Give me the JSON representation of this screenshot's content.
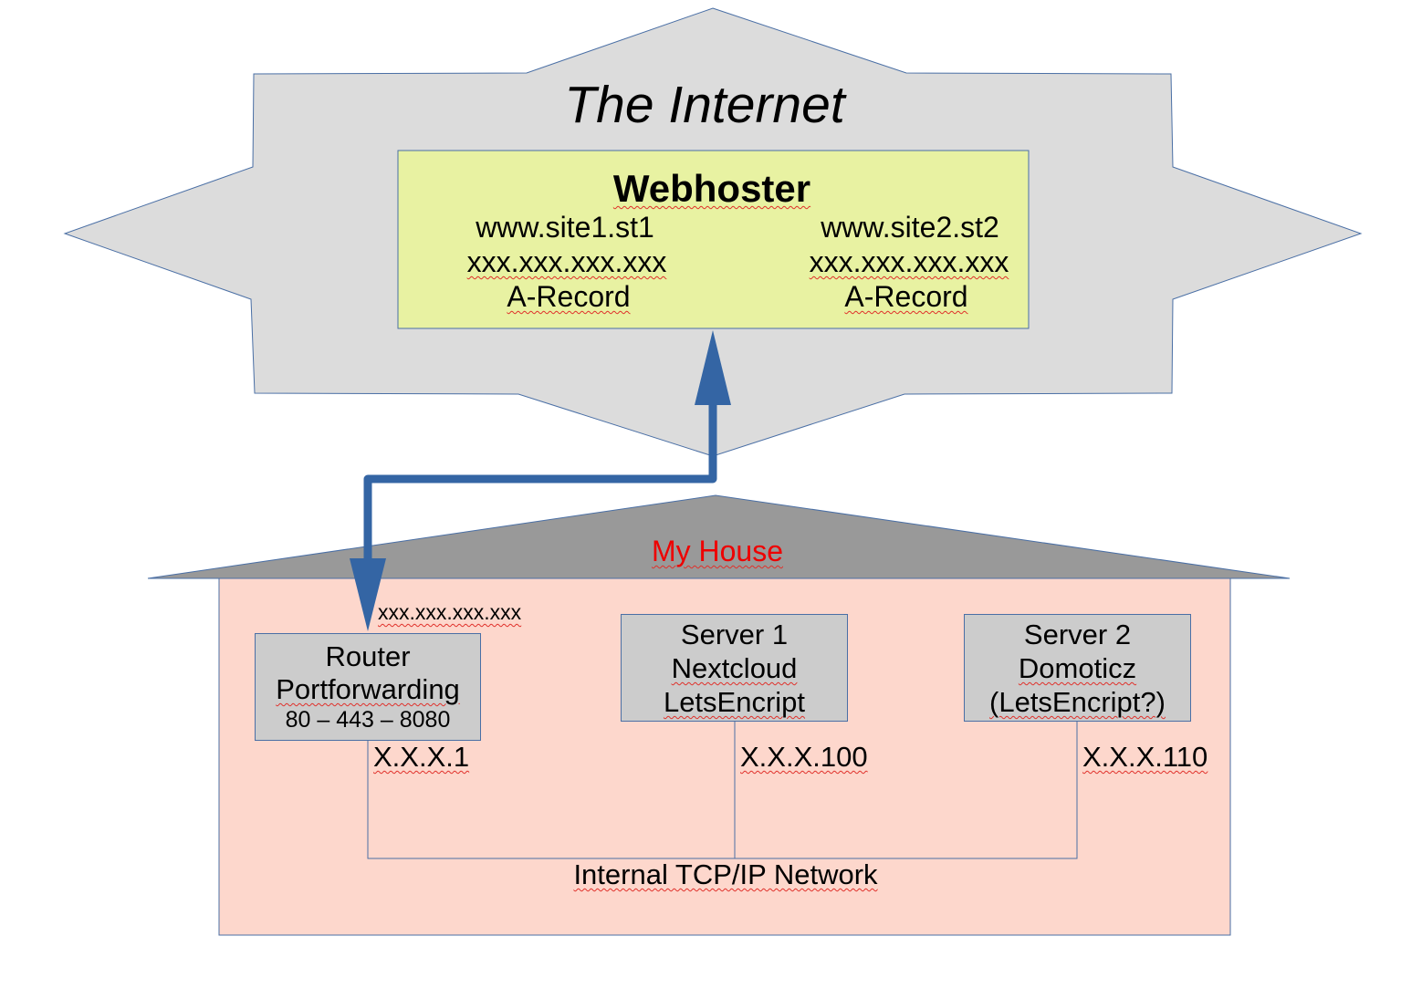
{
  "internet": {
    "title": "The Internet"
  },
  "webhoster": {
    "title": "Webhoster",
    "sites": [
      {
        "domain": "www.site1.st1",
        "ip": "xxx.xxx.xxx.xxx",
        "record": "A-Record"
      },
      {
        "domain": "www.site2.st2",
        "ip": "xxx.xxx.xxx.xxx",
        "record": "A-Record"
      }
    ]
  },
  "house": {
    "title": "My House",
    "router": {
      "line1": "Router",
      "line2": "Portforwarding",
      "ports": "80 – 443 – 8080",
      "public_ip": "xxx.xxx.xxx.xxx",
      "local_ip": "X.X.X.1"
    },
    "server1": {
      "line1": "Server 1",
      "line2": "Nextcloud",
      "line3": "LetsEncript",
      "local_ip": "X.X.X.100"
    },
    "server2": {
      "line1": "Server 2",
      "line2": "Domoticz",
      "line3": "(LetsEncript?)",
      "local_ip": "X.X.X.110"
    },
    "network_label": "Internal TCP/IP Network"
  },
  "colors": {
    "internet_fill": "#dcdcdc",
    "webhoster_fill": "#e8f2a2",
    "roof_fill": "#999999",
    "house_fill": "#fdd7cc",
    "box_fill": "#cccccc",
    "arrow": "#3465a4",
    "house_title": "#ee0000"
  }
}
